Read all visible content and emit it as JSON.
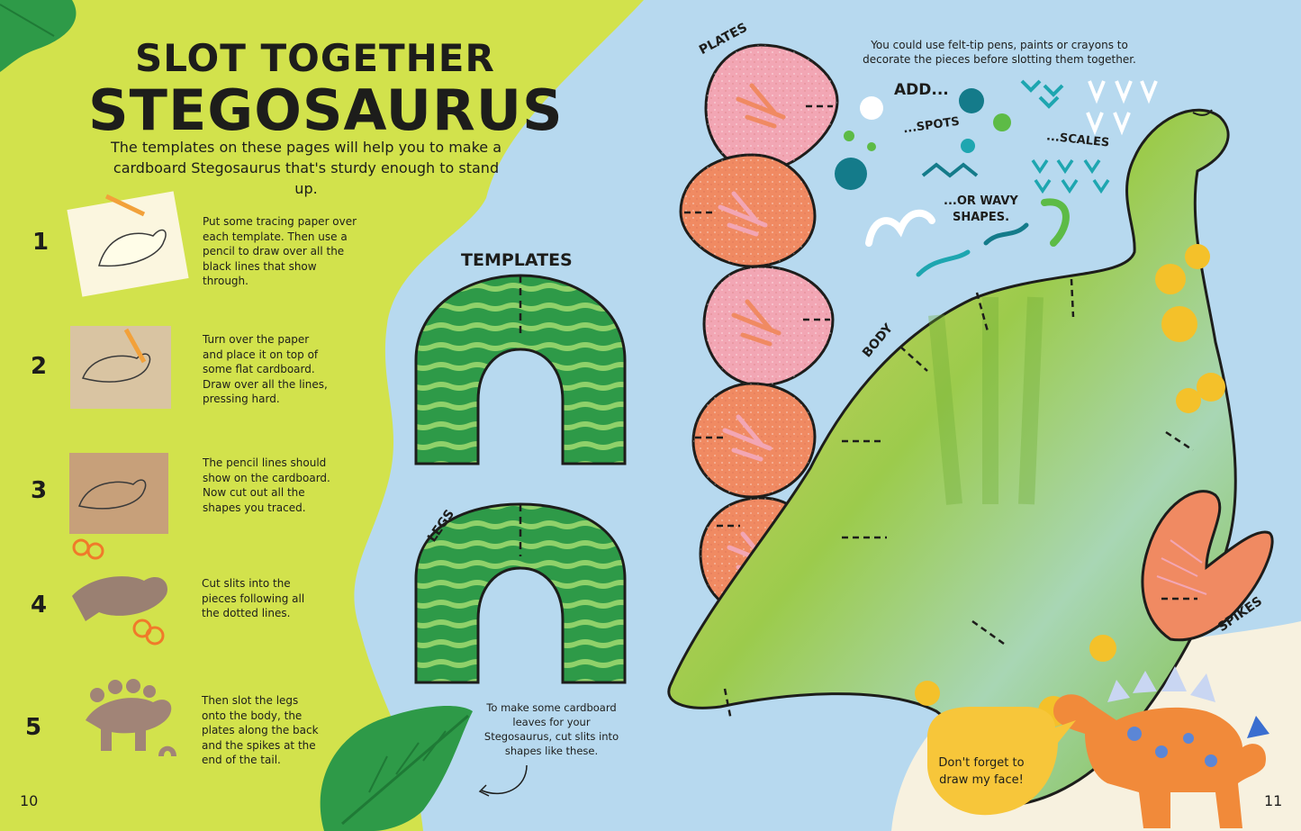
{
  "title": {
    "line1": "SLOT TOGETHER",
    "line2": "STEGOSAURUS"
  },
  "intro": "The templates on these pages will help you to make a cardboard Stegosaurus that's sturdy enough to stand up.",
  "steps": [
    {
      "number": "1",
      "text": "Put some tracing paper over each template. Then use a pencil to draw over all the black lines that show through."
    },
    {
      "number": "2",
      "text": "Turn over the paper and place it on top of some flat cardboard. Draw over all the lines, pressing hard."
    },
    {
      "number": "3",
      "text": "The pencil lines should show on the cardboard. Now cut out all the shapes you traced."
    },
    {
      "number": "4",
      "text": "Cut slits into the pieces following all the dotted lines."
    },
    {
      "number": "5",
      "text": "Then slot the legs onto the body, the plates along the back and the spikes at the end of the tail."
    }
  ],
  "templates_heading": "TEMPLATES",
  "labels": {
    "plates": "PLATES",
    "legs": "LEGS",
    "body": "BODY",
    "spikes": "SPIKES"
  },
  "decorate_note": "You could use felt-tip pens, paints or crayons to decorate the pieces before slotting them together.",
  "decorations": {
    "add": "ADD...",
    "spots": "...SPOTS",
    "scales": "...SCALES",
    "wavy_line1": "...OR WAVY",
    "wavy_line2": "SHAPES."
  },
  "leaves_note": "To make some cardboard leaves for your Stegosaurus, cut slits into shapes like these.",
  "speech_bubble": "Don't forget to draw my face!",
  "page_numbers": {
    "left": "10",
    "right": "11"
  },
  "colors": {
    "left_page": "#d2e24c",
    "right_page": "#b7d9ef",
    "legs_green": "#2e9a48",
    "body_green": "#8cc63f",
    "plate_pink": "#f2a6b4",
    "plate_orange": "#f08a62",
    "outline": "#1d1d1b"
  }
}
